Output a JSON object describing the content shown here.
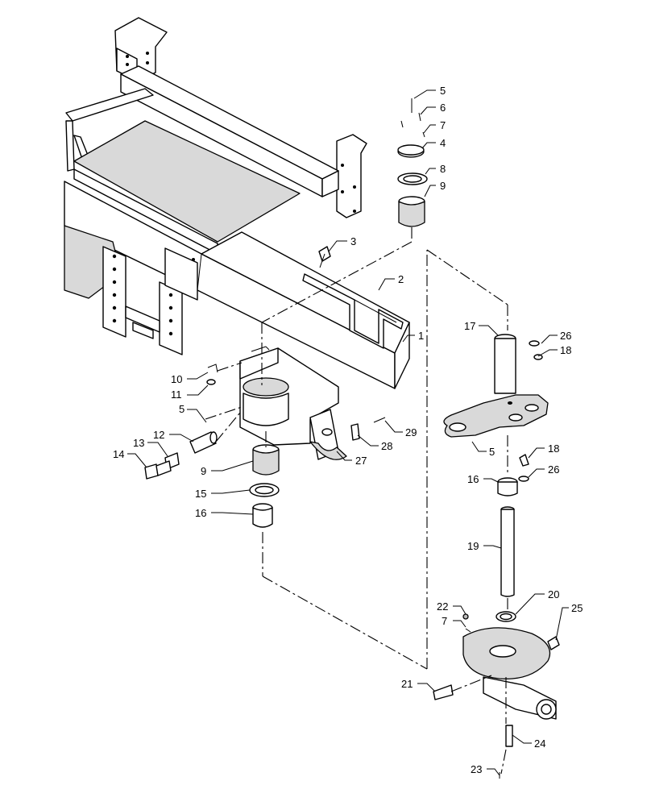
{
  "callouts": [
    {
      "id": "c1",
      "text": "1"
    },
    {
      "id": "c2",
      "text": "2"
    },
    {
      "id": "c3",
      "text": "3"
    },
    {
      "id": "c4",
      "text": "4"
    },
    {
      "id": "c5a",
      "text": "5"
    },
    {
      "id": "c5b",
      "text": "5"
    },
    {
      "id": "c5c",
      "text": "5"
    },
    {
      "id": "c6",
      "text": "6"
    },
    {
      "id": "c7a",
      "text": "7"
    },
    {
      "id": "c7b",
      "text": "7"
    },
    {
      "id": "c8",
      "text": "8"
    },
    {
      "id": "c9a",
      "text": "9"
    },
    {
      "id": "c9b",
      "text": "9"
    },
    {
      "id": "c10",
      "text": "10"
    },
    {
      "id": "c11",
      "text": "11"
    },
    {
      "id": "c12",
      "text": "12"
    },
    {
      "id": "c13",
      "text": "13"
    },
    {
      "id": "c14",
      "text": "14"
    },
    {
      "id": "c15",
      "text": "15"
    },
    {
      "id": "c16a",
      "text": "16"
    },
    {
      "id": "c16b",
      "text": "16"
    },
    {
      "id": "c17",
      "text": "17"
    },
    {
      "id": "c18a",
      "text": "18"
    },
    {
      "id": "c18b",
      "text": "18"
    },
    {
      "id": "c19",
      "text": "19"
    },
    {
      "id": "c20",
      "text": "20"
    },
    {
      "id": "c21",
      "text": "21"
    },
    {
      "id": "c22",
      "text": "22"
    },
    {
      "id": "c23",
      "text": "23"
    },
    {
      "id": "c24",
      "text": "24"
    },
    {
      "id": "c25",
      "text": "25"
    },
    {
      "id": "c26a",
      "text": "26"
    },
    {
      "id": "c26b",
      "text": "26"
    },
    {
      "id": "c27",
      "text": "27"
    },
    {
      "id": "c28",
      "text": "28"
    },
    {
      "id": "c29",
      "text": "29"
    }
  ]
}
